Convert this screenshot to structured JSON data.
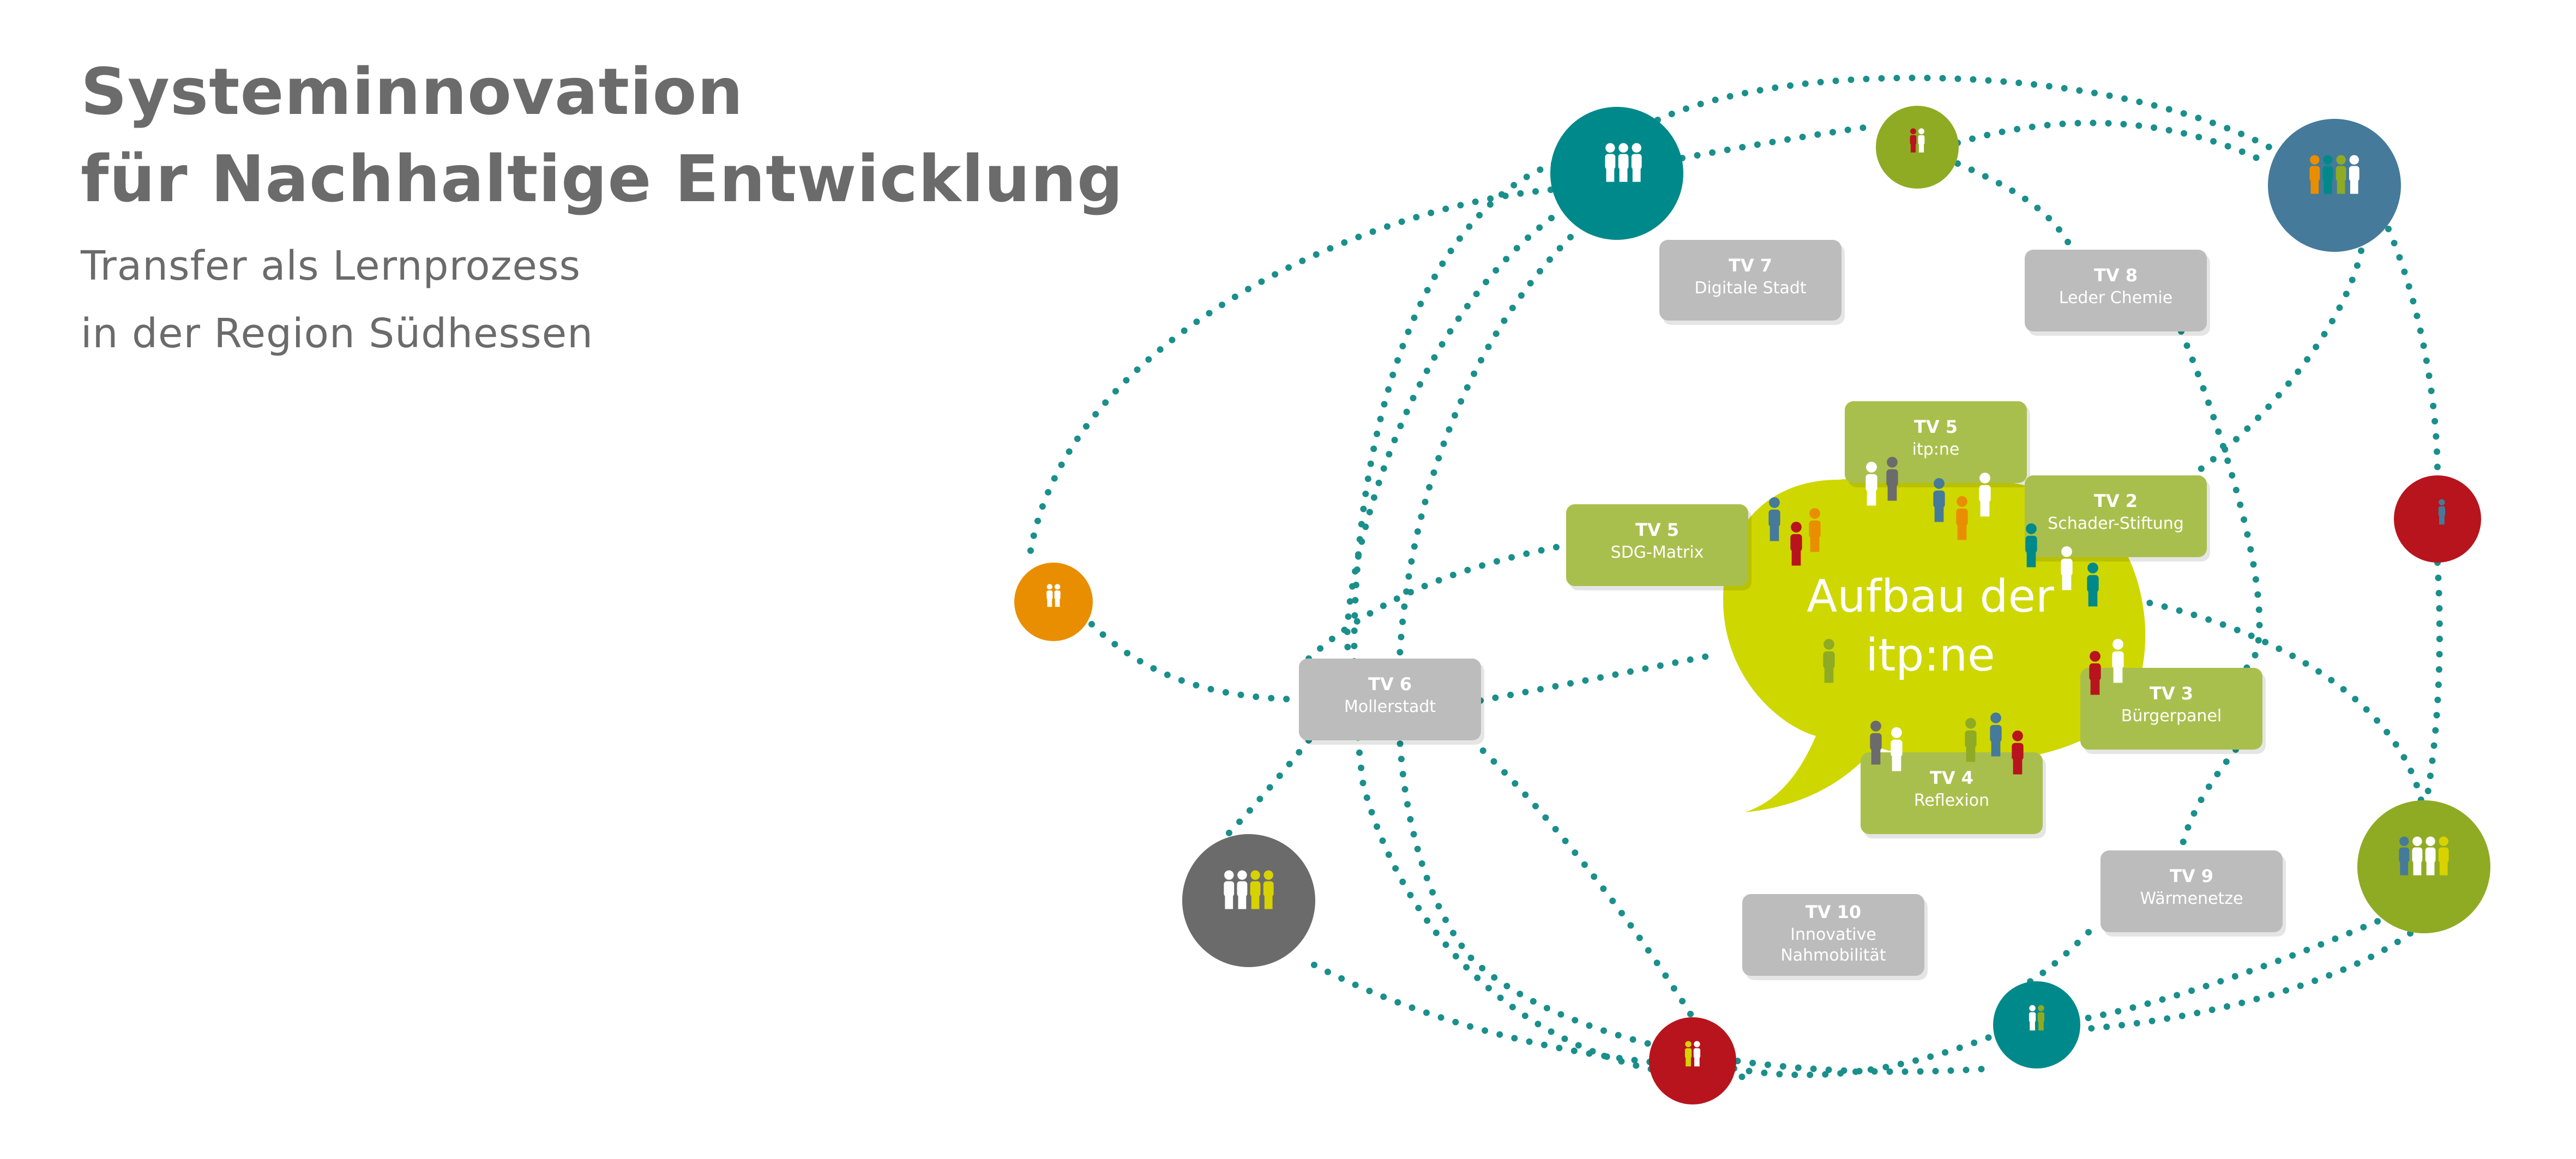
{
  "header": {
    "title_line1": "Systeminnovation",
    "title_line2": "für Nachhaltige Entwicklung",
    "subtitle_line1": "Transfer als Lernprozess",
    "subtitle_line2": "in der Region Südhessen"
  },
  "center_bubble": {
    "line1": "Aufbau der",
    "line2": "itp:ne",
    "color": "#cfd700"
  },
  "project_boxes": [
    {
      "id": "tv7",
      "label": "TV 7",
      "sub": [
        "Digitale Stadt"
      ],
      "color": "#bcbcbc"
    },
    {
      "id": "tv8",
      "label": "TV 8",
      "sub": [
        "Leder Chemie"
      ],
      "color": "#bcbcbc"
    },
    {
      "id": "tv5-itpne",
      "label": "TV 5",
      "sub": [
        "itp:ne"
      ],
      "color": "#a9bf4d"
    },
    {
      "id": "tv2",
      "label": "TV 2",
      "sub": [
        "Schader-Stiftung"
      ],
      "color": "#a9bf4d"
    },
    {
      "id": "tv5-sdg",
      "label": "TV 5",
      "sub": [
        "SDG-Matrix"
      ],
      "color": "#a9bf4d"
    },
    {
      "id": "tv6",
      "label": "TV 6",
      "sub": [
        "Mollerstadt"
      ],
      "color": "#bcbcbc"
    },
    {
      "id": "tv3",
      "label": "TV 3",
      "sub": [
        "Bürgerpanel"
      ],
      "color": "#a9bf4d"
    },
    {
      "id": "tv4",
      "label": "TV 4",
      "sub": [
        "Reflexion"
      ],
      "color": "#a9bf4d"
    },
    {
      "id": "tv9",
      "label": "TV 9",
      "sub": [
        "Wärmenetze"
      ],
      "color": "#bcbcbc"
    },
    {
      "id": "tv10",
      "label": "TV 10",
      "sub": [
        "Innovative",
        "Nahmobilität"
      ],
      "color": "#bcbcbc"
    }
  ],
  "actor_circles": [
    {
      "id": "teal-top",
      "color": "#00898a"
    },
    {
      "id": "olive-top",
      "color": "#8fab24"
    },
    {
      "id": "blue-top-right",
      "color": "#457a9a"
    },
    {
      "id": "orange-left",
      "color": "#e98e00"
    },
    {
      "id": "red-right",
      "color": "#b8141d"
    },
    {
      "id": "grey-bottom-left",
      "color": "#6b6b6b"
    },
    {
      "id": "green-right",
      "color": "#8fab24"
    },
    {
      "id": "red-bottom",
      "color": "#b8141d"
    },
    {
      "id": "teal-bottom",
      "color": "#00898a"
    }
  ],
  "colors": {
    "dots": "#1a8f8c",
    "person_white": "#ffffff",
    "person_teal": "#00898a",
    "person_blue": "#457a9a",
    "person_red": "#b8141d",
    "person_orange": "#e98e00",
    "person_olive": "#8fab24",
    "person_grey": "#6b6b6b",
    "person_yellow": "#d7d200"
  }
}
